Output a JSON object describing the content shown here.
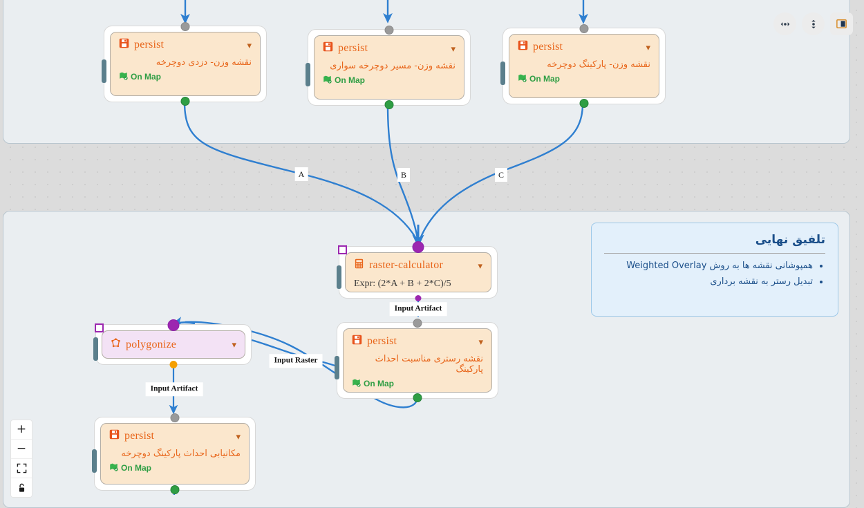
{
  "app": {
    "canvas_background": "#dcdcdc",
    "accent_node_color": "#fbe7cd",
    "accent_text_color": "#e8661b",
    "edge_color": "#2f7fd0"
  },
  "groups": [
    {
      "name": "top-group"
    },
    {
      "name": "bottom-group"
    }
  ],
  "nodes": [
    {
      "id": "persist-theft",
      "type": "persist",
      "title": "persist",
      "icon": "save-icon",
      "subtitle": "نقشه وزن- دزدی دوچرخه",
      "badge": "On Map",
      "badge_icon": "map-check-icon",
      "chevron": "chevron-down-icon"
    },
    {
      "id": "persist-route",
      "type": "persist",
      "title": "persist",
      "icon": "save-icon",
      "subtitle": "نقشه وزن- مسیر دوچرخه سواری",
      "badge": "On Map",
      "badge_icon": "map-check-icon",
      "chevron": "chevron-down-icon"
    },
    {
      "id": "persist-parking",
      "type": "persist",
      "title": "persist",
      "icon": "save-icon",
      "subtitle": "نقشه وزن- پارکینگ دوچرخه",
      "badge": "On Map",
      "badge_icon": "map-check-icon",
      "chevron": "chevron-down-icon"
    },
    {
      "id": "raster-calculator",
      "type": "raster-calculator",
      "title": "raster-calculator",
      "icon": "calculator-icon",
      "expression": "Expr: (2*A + B + 2*C)/5",
      "chevron": "chevron-down-icon"
    },
    {
      "id": "polygonize",
      "type": "polygonize",
      "title": "polygonize",
      "icon": "polygonize-icon",
      "chevron": "chevron-down-icon"
    },
    {
      "id": "persist-suitability",
      "type": "persist",
      "title": "persist",
      "icon": "save-icon",
      "subtitle": "نقشه رستری مناسبت احداث پارکینگ",
      "badge": "On Map",
      "badge_icon": "map-check-icon",
      "chevron": "chevron-down-icon"
    },
    {
      "id": "persist-siting",
      "type": "persist",
      "title": "persist",
      "icon": "save-icon",
      "subtitle": "مکانیابی احداث پارکینگ دوچرخه",
      "badge": "On Map",
      "badge_icon": "map-check-icon",
      "chevron": "chevron-down-icon"
    }
  ],
  "edges": [
    {
      "id": "edge-a",
      "label": "A"
    },
    {
      "id": "edge-b",
      "label": "B"
    },
    {
      "id": "edge-c",
      "label": "C"
    },
    {
      "id": "edge-calc-out",
      "label": "Input Artifact"
    },
    {
      "id": "edge-poly-in",
      "label": "Input Raster"
    },
    {
      "id": "edge-poly-out",
      "label": "Input Artifact"
    }
  ],
  "info_panel": {
    "title": "تلفیق نهایی",
    "bullets": [
      "همپوشانی نقشه ها به روش Weighted Overlay",
      "تبدیل رستر به نقشه برداری"
    ]
  },
  "top_toolbar": {
    "buttons": [
      {
        "name": "horizontal-layout-button",
        "icon": "horizontal-layout-icon"
      },
      {
        "name": "vertical-layout-button",
        "icon": "vertical-layout-icon"
      },
      {
        "name": "toggle-panel-button",
        "icon": "panel-toggle-icon"
      }
    ]
  },
  "zoom_toolbar": {
    "buttons": [
      {
        "name": "zoom-in-button",
        "icon": "plus-icon",
        "glyph": "+"
      },
      {
        "name": "zoom-out-button",
        "icon": "minus-icon",
        "glyph": "−"
      },
      {
        "name": "fit-view-button",
        "icon": "fit-view-icon",
        "glyph": ""
      },
      {
        "name": "lock-button",
        "icon": "unlock-icon",
        "glyph": ""
      }
    ]
  }
}
